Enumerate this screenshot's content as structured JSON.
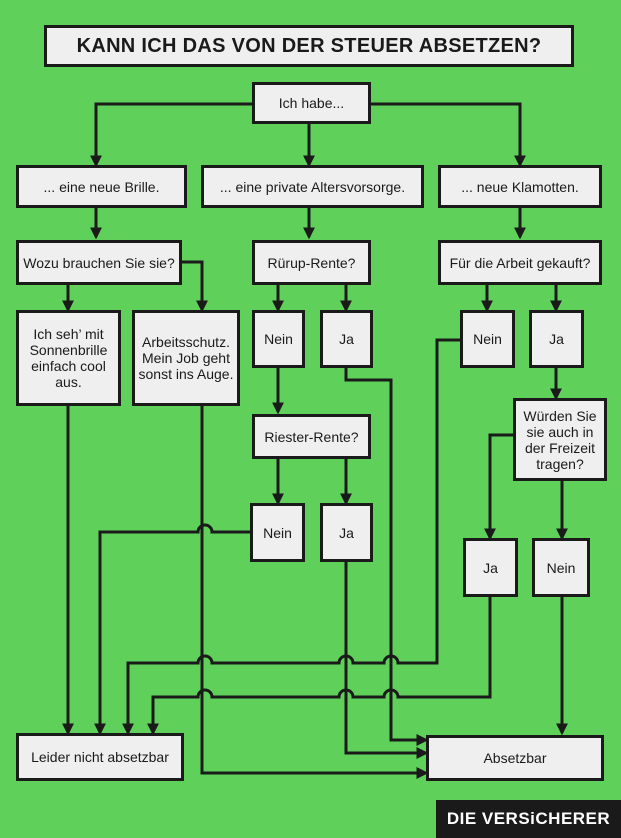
{
  "title": "KANN ICH DAS VON DER STEUER ABSETZEN?",
  "logo": "DIE VERSiCHERER",
  "nodes": {
    "start": "Ich habe...",
    "brille": "... eine neue Brille.",
    "vorsorge": "... eine private Altersvorsorge.",
    "klamotten": "... neue Klamotten.",
    "wozu": "Wozu brauchen Sie sie?",
    "sonnenbrille": "Ich seh’ mit Sonnenbrille einfach cool aus.",
    "arbeitsschutz": "Arbeitsschutz. Mein Job geht sonst ins Auge.",
    "ruerup": "Rürup-Rente?",
    "ruerup_nein": "Nein",
    "ruerup_ja": "Ja",
    "riester": "Riester-Rente?",
    "riester_nein": "Nein",
    "riester_ja": "Ja",
    "arbeit": "Für die Arbeit gekauft?",
    "arbeit_nein": "Nein",
    "arbeit_ja": "Ja",
    "freizeit": "Würden Sie sie auch in der Freizeit tragen?",
    "freizeit_ja": "Ja",
    "freizeit_nein": "Nein",
    "nicht_absetzbar": "Leider nicht absetzbar",
    "absetzbar": "Absetzbar"
  }
}
